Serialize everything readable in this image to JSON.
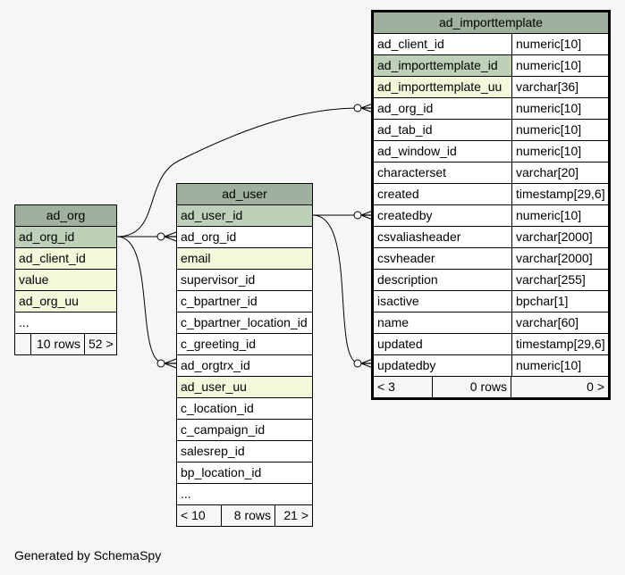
{
  "tables": {
    "ad_org": {
      "name": "ad_org",
      "columns": [
        {
          "name": "ad_org_id",
          "kind": "pk"
        },
        {
          "name": "ad_client_id",
          "kind": "idx"
        },
        {
          "name": "value",
          "kind": "idx"
        },
        {
          "name": "ad_org_uu",
          "kind": "idx"
        },
        {
          "name": "...",
          "kind": "plain"
        }
      ],
      "footer": [
        "",
        "10 rows",
        "52 >"
      ]
    },
    "ad_user": {
      "name": "ad_user",
      "columns": [
        {
          "name": "ad_user_id",
          "kind": "pk"
        },
        {
          "name": "ad_org_id",
          "kind": "plain"
        },
        {
          "name": "email",
          "kind": "idx"
        },
        {
          "name": "supervisor_id",
          "kind": "plain"
        },
        {
          "name": "c_bpartner_id",
          "kind": "plain"
        },
        {
          "name": "c_bpartner_location_id",
          "kind": "plain"
        },
        {
          "name": "c_greeting_id",
          "kind": "plain"
        },
        {
          "name": "ad_orgtrx_id",
          "kind": "plain"
        },
        {
          "name": "ad_user_uu",
          "kind": "idx"
        },
        {
          "name": "c_location_id",
          "kind": "plain"
        },
        {
          "name": "c_campaign_id",
          "kind": "plain"
        },
        {
          "name": "salesrep_id",
          "kind": "plain"
        },
        {
          "name": "bp_location_id",
          "kind": "plain"
        },
        {
          "name": "...",
          "kind": "plain"
        }
      ],
      "footer": [
        "< 10",
        "8 rows",
        "21 >"
      ]
    },
    "ad_importtemplate": {
      "name": "ad_importtemplate",
      "columns": [
        {
          "name": "ad_client_id",
          "type": "numeric[10]",
          "kind": "plain"
        },
        {
          "name": "ad_importtemplate_id",
          "type": "numeric[10]",
          "kind": "pk"
        },
        {
          "name": "ad_importtemplate_uu",
          "type": "varchar[36]",
          "kind": "idx"
        },
        {
          "name": "ad_org_id",
          "type": "numeric[10]",
          "kind": "plain"
        },
        {
          "name": "ad_tab_id",
          "type": "numeric[10]",
          "kind": "plain"
        },
        {
          "name": "ad_window_id",
          "type": "numeric[10]",
          "kind": "plain"
        },
        {
          "name": "characterset",
          "type": "varchar[20]",
          "kind": "plain"
        },
        {
          "name": "created",
          "type": "timestamp[29,6]",
          "kind": "plain"
        },
        {
          "name": "createdby",
          "type": "numeric[10]",
          "kind": "plain"
        },
        {
          "name": "csvaliasheader",
          "type": "varchar[2000]",
          "kind": "plain"
        },
        {
          "name": "csvheader",
          "type": "varchar[2000]",
          "kind": "plain"
        },
        {
          "name": "description",
          "type": "varchar[255]",
          "kind": "plain"
        },
        {
          "name": "isactive",
          "type": "bpchar[1]",
          "kind": "plain"
        },
        {
          "name": "name",
          "type": "varchar[60]",
          "kind": "plain"
        },
        {
          "name": "updated",
          "type": "timestamp[29,6]",
          "kind": "plain"
        },
        {
          "name": "updatedby",
          "type": "numeric[10]",
          "kind": "plain"
        }
      ],
      "footer": [
        "< 3",
        "0 rows",
        "0 >"
      ]
    }
  },
  "generated_by": "Generated by SchemaSpy",
  "colors": {
    "background": "#f6f6f6",
    "header": "#9fb09f",
    "primary_key": "#bed1b8",
    "indexed": "#f4f7da",
    "line": "#000000"
  }
}
